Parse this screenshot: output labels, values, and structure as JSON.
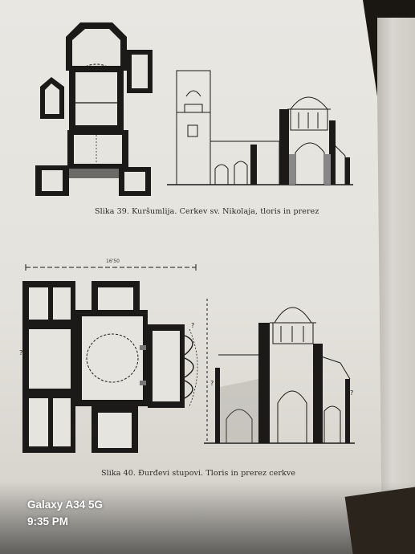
{
  "figures": [
    {
      "caption": "Slika 39. Kuršumlija. Cerkev sv. Nikolaja, tloris in prerez"
    },
    {
      "caption": "Slika 40. Đurđevi stupovi. Tloris in prerez cerkve",
      "scale_label": "16'50"
    }
  ],
  "watermark": {
    "device": "Galaxy A34 5G",
    "time": "9:35 PM"
  }
}
